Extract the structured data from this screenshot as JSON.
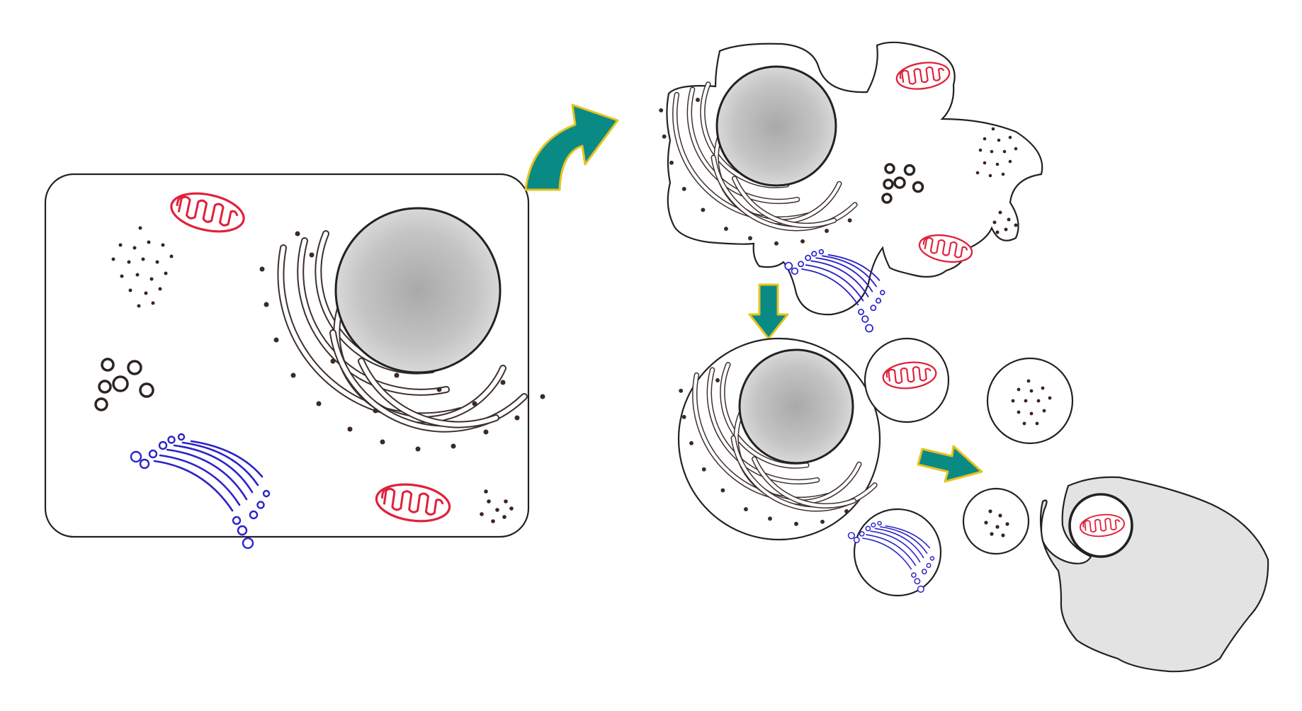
{
  "diagram": {
    "stages": [
      {
        "id": "healthy-cell"
      },
      {
        "id": "blebbing-cell"
      },
      {
        "id": "apoptotic-bodies"
      },
      {
        "id": "phagocytosis"
      }
    ],
    "colors": {
      "arrow_fill": "#0a8a84",
      "arrow_outline": "#e7c21e",
      "mitochondria": "#e0213a",
      "golgi": "#2a23c8",
      "er": "#3b302c",
      "nucleus": "#b8b8b8",
      "phagocyte": "#e3e3e3"
    },
    "icons": {
      "transition_1": "curved-arrow-icon",
      "transition_2": "down-arrow-icon",
      "transition_3": "right-arrow-icon"
    }
  }
}
